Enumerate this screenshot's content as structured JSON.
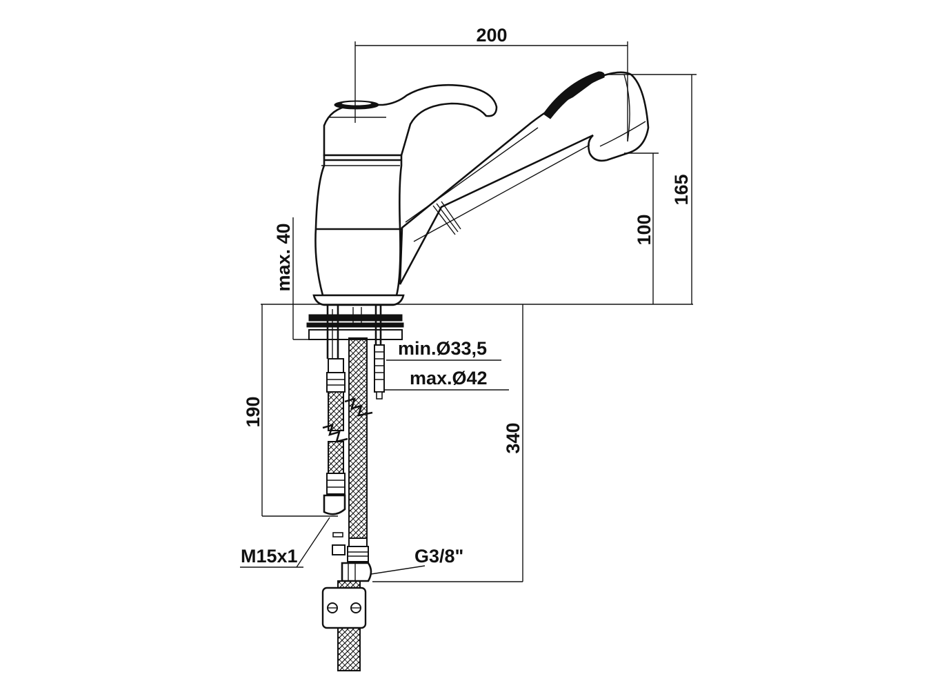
{
  "diagram": {
    "dimensions": {
      "width_top": "200",
      "height_total": "165",
      "spout_height": "100",
      "deck_thickness": "max. 40",
      "hole_min": "min.Ø33,5",
      "hole_max": "max.Ø42",
      "flex_hose_length": "190",
      "hose_length": "340"
    },
    "connections": {
      "thread_cold_hot": "M15x1",
      "thread_outlet": "G3/8\""
    }
  }
}
